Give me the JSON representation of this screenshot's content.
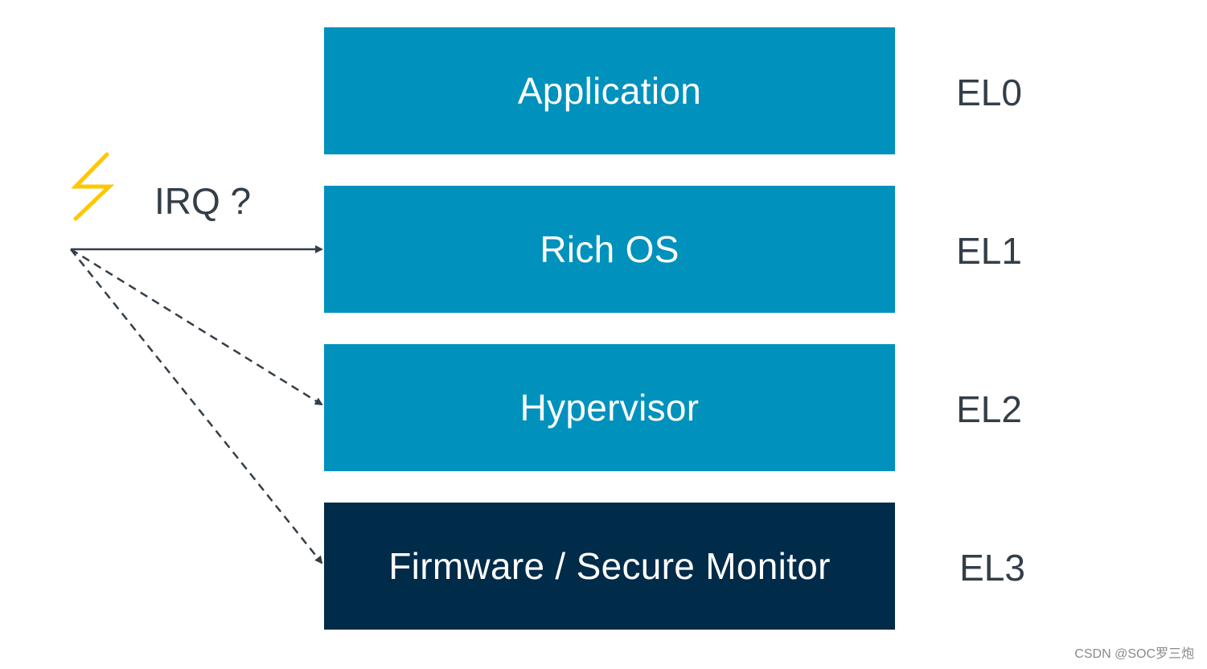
{
  "layers": [
    {
      "label": "Application",
      "level": "EL0",
      "color": "#0091bd"
    },
    {
      "label": "Rich OS",
      "level": "EL1",
      "color": "#0091bd"
    },
    {
      "label": "Hypervisor",
      "level": "EL2",
      "color": "#0091bd"
    },
    {
      "label": "Firmware / Secure Monitor",
      "level": "EL3",
      "color": "#002b49"
    }
  ],
  "irq": {
    "label": "IRQ ?",
    "icon": "lightning-bolt-icon",
    "icon_color": "#ffc700"
  },
  "arrows": [
    {
      "target": "Rich OS",
      "style": "solid"
    },
    {
      "target": "Hypervisor",
      "style": "dashed"
    },
    {
      "target": "Firmware / Secure Monitor",
      "style": "dashed"
    }
  ],
  "watermark": "CSDN @SOC罗三炮",
  "colors": {
    "text_dark": "#333e48",
    "arrow": "#333e48"
  }
}
